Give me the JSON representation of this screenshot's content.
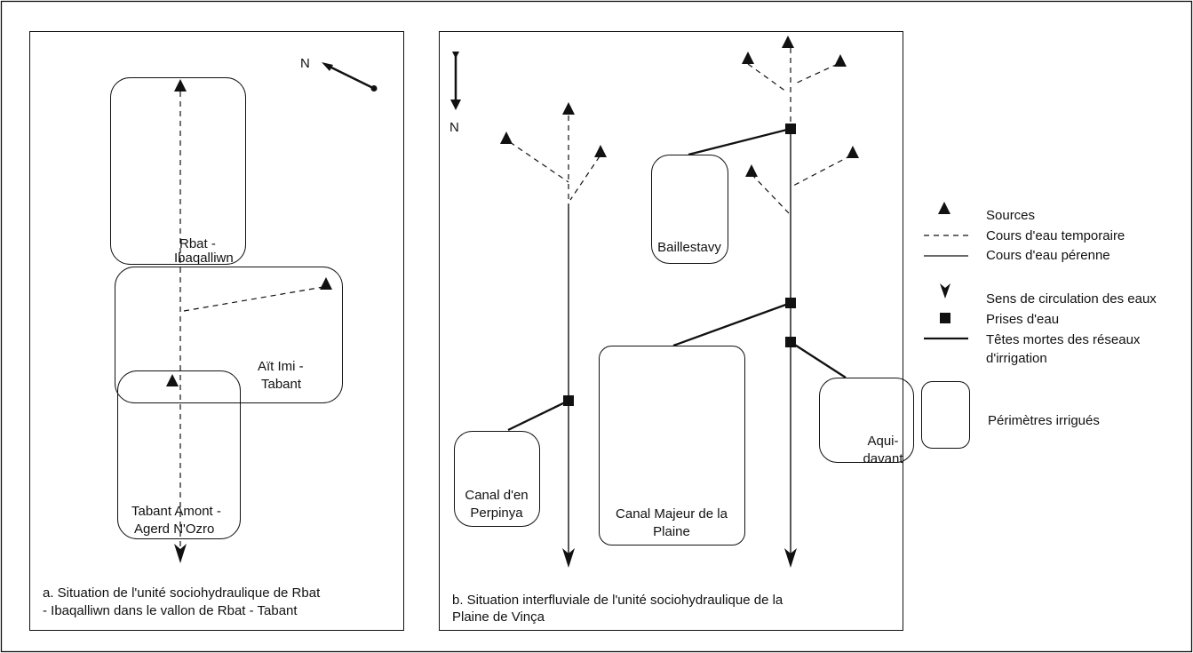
{
  "panel_a": {
    "north_label": "N",
    "perimeters": {
      "rbat_line1": "Rbat -",
      "rbat_line2": "Ibaqalliwn",
      "ait_line1": "Aït Imi -",
      "ait_line2": "Tabant",
      "tabant_line1": "Tabant Amont -",
      "tabant_line2": "Agerd N'Ozro"
    },
    "caption_line1": "a. Situation de l'unité sociohydraulique de Rbat",
    "caption_line2": "- Ibaqalliwn dans le vallon de Rbat - Tabant"
  },
  "panel_b": {
    "north_label": "N",
    "perimeters": {
      "baillestavy": "Baillestavy",
      "canal_perpinya_line1": "Canal d'en",
      "canal_perpinya_line2": "Perpinya",
      "canal_majeur_line1": "Canal Majeur de la",
      "canal_majeur_line2": "Plaine",
      "aqui_line1": "Aqui-",
      "aqui_line2": "davant"
    },
    "caption_line1": "b. Situation interfluviale de l'unité sociohydraulique de la",
    "caption_line2": "Plaine de Vinça"
  },
  "legend": {
    "sources": "Sources",
    "temporary": "Cours d'eau temporaire",
    "perennial": "Cours d'eau pérenne",
    "flow_direction": "Sens de circulation des eaux",
    "intakes": "Prises d'eau",
    "heads_line1": "Têtes mortes des réseaux",
    "heads_line2": "d'irrigation",
    "perimeters": "Périmètres irrigués"
  }
}
